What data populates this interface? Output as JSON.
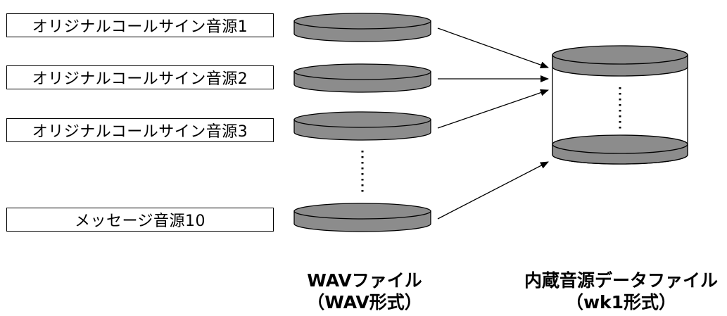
{
  "sources": [
    {
      "label": "オリジナルコールサイン音源1"
    },
    {
      "label": "オリジナルコールサイン音源2"
    },
    {
      "label": "オリジナルコールサイン音源3"
    },
    {
      "label": "メッセージ音源10"
    }
  ],
  "wav_caption": {
    "line1": "WAVファイル",
    "line2": "（WAV形式）"
  },
  "builtin_caption": {
    "line1": "内蔵音源データファイル",
    "line2": "（wk1形式）"
  },
  "colors": {
    "disk_fill": "#8c8c8c",
    "line": "#000000",
    "background": "#ffffff"
  }
}
